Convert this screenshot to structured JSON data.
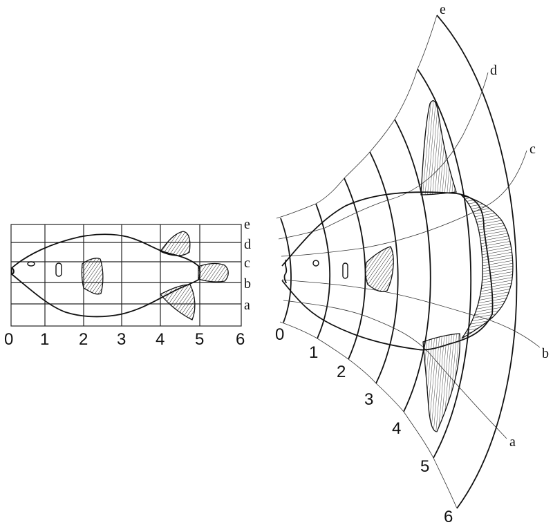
{
  "figure": {
    "description": "D'Arcy Thompson coordinate transformation: porcupine-fish-like fish on rectangular grid transformed into sunfish (Mola) on curvilinear coordinate grid",
    "left_panel": {
      "name": "rectangular-grid-fish",
      "x_labels": [
        "0",
        "1",
        "2",
        "3",
        "4",
        "5",
        "6"
      ],
      "y_labels": [
        "e",
        "d",
        "c",
        "b",
        "a"
      ]
    },
    "right_panel": {
      "name": "transformed-grid-sunfish",
      "radial_labels": [
        "0",
        "1",
        "2",
        "3",
        "4",
        "5",
        "6"
      ],
      "curve_labels": [
        "e",
        "d",
        "c",
        "b",
        "a"
      ]
    }
  }
}
